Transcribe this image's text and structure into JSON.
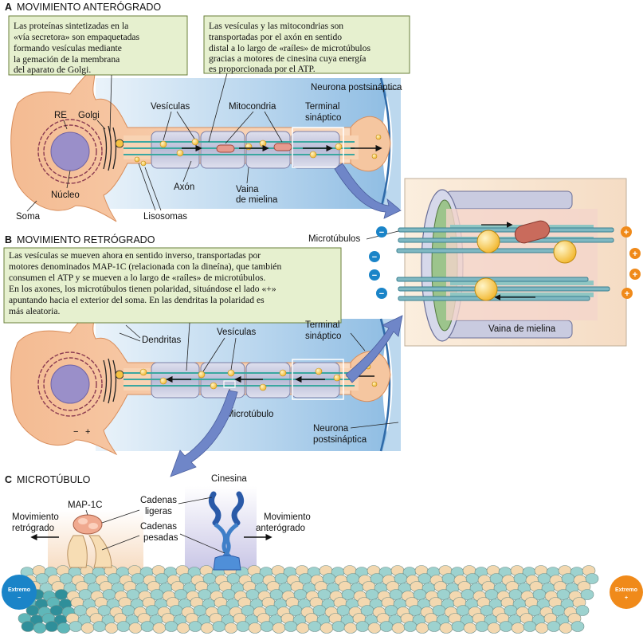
{
  "sections": {
    "a": {
      "letter": "A",
      "title": "MOVIMIENTO ANTERÓGRADO"
    },
    "b": {
      "letter": "B",
      "title": "MOVIMIENTO RETRÓGRADO"
    },
    "c": {
      "letter": "C",
      "title": "MICROTÚBULO"
    }
  },
  "notes": {
    "golgi": [
      "Las proteínas sintetizadas en la",
      "«vía secretora» son empaquetadas",
      "formando vesículas mediante",
      "la gemación de la membrana",
      "del aparato de Golgi."
    ],
    "transport": [
      "Las vesículas y las mitocondrias son",
      "transportadas por el axón en sentido",
      "distal a lo largo de «raíles» de microtúbulos",
      "gracias a motores de cinesina cuya energía",
      "es proporcionada por el ATP."
    ],
    "retro": [
      "Las vesículas se mueven ahora en sentido inverso, transportadas por",
      "motores denominados MAP-1C (relacionada con la dineína), que también",
      "consumen el ATP y se mueven a lo largo de «raíles» de microtúbulos.",
      "En los axones, los microtúbulos tienen polaridad, situándose el lado «+»",
      "apuntando hacia el exterior del soma. En las dendritas la polaridad es",
      "más aleatoria."
    ]
  },
  "labels_a": {
    "postsynaptic": "Neurona postsináptica",
    "re": "RE",
    "golgi": "Golgi",
    "vesicles": "Vesículas",
    "mitochondria": "Mitocondria",
    "terminal_1": "Terminal",
    "terminal_2": "sináptico",
    "nucleus": "Núcleo",
    "axon": "Axón",
    "sheath_1": "Vaina",
    "sheath_2": "de mielina",
    "soma": "Soma",
    "lysosomes": "Lisosomas"
  },
  "labels_inset": {
    "microtubules": "Microtúbulos",
    "myelin": "Vaina de mielina",
    "minus": "−",
    "plus": "+"
  },
  "labels_b": {
    "dendrites": "Dendritas",
    "vesicles": "Vesículas",
    "terminal_1": "Terminal",
    "terminal_2": "sináptico",
    "microtubule": "Microtúbulo",
    "postsynaptic_1": "Neurona",
    "postsynaptic_2": "postsináptica"
  },
  "labels_c": {
    "kinesin": "Cinesina",
    "map1c": "MAP-1C",
    "light_1": "Cadenas",
    "light_2": "ligeras",
    "heavy_1": "Cadenas",
    "heavy_2": "pesadas",
    "retro_1": "Movimiento",
    "retro_2": "retrógrado",
    "antero_1": "Movimiento",
    "antero_2": "anterógrado",
    "minus_end_1": "Extremo",
    "minus_end_2": "−",
    "plus_end_1": "Extremo",
    "plus_end_2": "+"
  },
  "colors": {
    "soma": "#f6c9a4",
    "nucleus": "#9a8fc9",
    "er": "#8a3a50",
    "background_blue": "#a9cbe8",
    "myelin": "#c9cbe0",
    "microtubule": "#3aa7a0",
    "vesicle": "#f6c342",
    "callout": "#e6f0cf",
    "arrow": "#6f86c8",
    "minus_end": "#1a84c8",
    "plus_end": "#f08a1a"
  }
}
